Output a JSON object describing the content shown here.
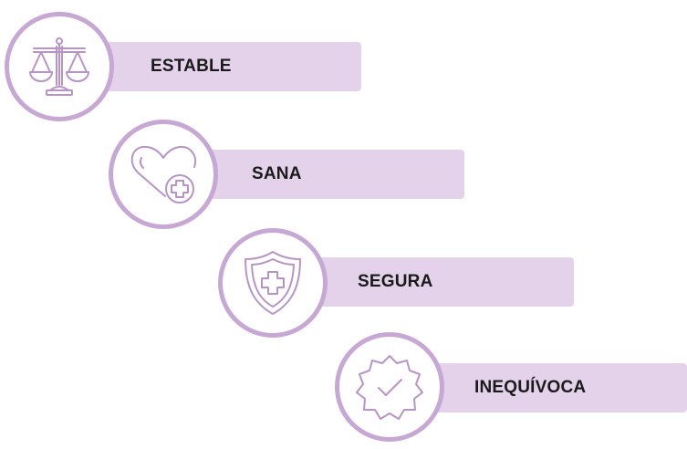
{
  "steps": [
    {
      "label": "ESTABLE",
      "icon": "scale-icon"
    },
    {
      "label": "SANA",
      "icon": "heart-plus-icon"
    },
    {
      "label": "SEGURA",
      "icon": "shield-cross-icon"
    },
    {
      "label": "INEQUÍVOCA",
      "icon": "check-badge-icon"
    }
  ],
  "colors": {
    "bar": "#e3d2ea",
    "circle_border": "#c7a7d3",
    "icon": "#b894c6",
    "text": "#1a1a1a"
  }
}
